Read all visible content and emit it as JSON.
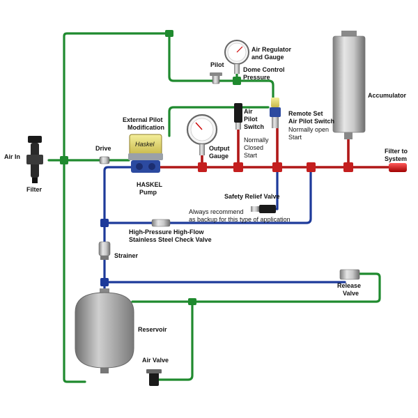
{
  "labels": {
    "air_in": "Air In",
    "filter": "Filter",
    "drive": "Drive",
    "external_pilot_1": "External Pilot",
    "external_pilot_2": "Modification",
    "haskel_brand": "Haskel",
    "haskel_pump_1": "HASKEL",
    "haskel_pump_2": "Pump",
    "pilot": "Pilot",
    "air_regulator_1": "Air Regulator",
    "air_regulator_2": "and Gauge",
    "dome_control_1": "Dome Control",
    "dome_control_2": "Pressure",
    "air_pilot_switch_1": "Air",
    "air_pilot_switch_2": "Pilot",
    "air_pilot_switch_3": "Switch",
    "normally_closed_1": "Normally",
    "normally_closed_2": "Closed",
    "normally_closed_3": "Start",
    "remote_set_1": "Remote Set",
    "remote_set_2": "Air Pilot Switch",
    "normally_open_1": "Normally open",
    "normally_open_2": "Start",
    "output_gauge_1": "Output",
    "output_gauge_2": "Gauge",
    "accumulator": "Accumulator",
    "filter_to_system_1": "Filter to",
    "filter_to_system_2": "System",
    "safety_relief": "Safety Relief Valve",
    "always_recommend_1": "Always recommend",
    "always_recommend_2": "as backup for this type of application",
    "check_valve_1": "High-Pressure High-Flow",
    "check_valve_2": "Stainless Steel Check Valve",
    "strainer": "Strainer",
    "release_valve_1": "Release",
    "release_valve_2": "Valve",
    "reservoir": "Reservoir",
    "air_valve": "Air Valve"
  },
  "colors": {
    "air_line": "#1f8a2e",
    "low_pressure_line": "#1d3a9a",
    "high_pressure_line": "#b01818"
  }
}
